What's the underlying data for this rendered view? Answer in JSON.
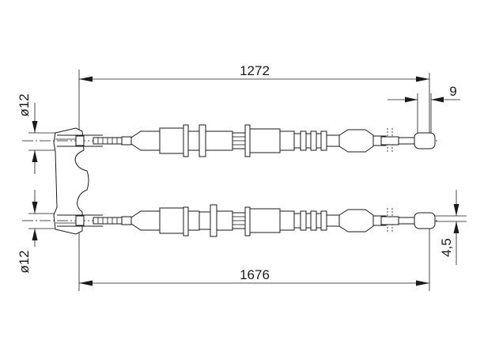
{
  "drawing": {
    "dimensions": {
      "length_top": "1272",
      "length_bottom": "1676",
      "offset_end": "9",
      "offset_vertical": "4,5",
      "diameter_top": "ø12",
      "diameter_bottom": "ø12"
    },
    "colors": {
      "line": "#1a1a1a",
      "background": "#ffffff"
    }
  }
}
